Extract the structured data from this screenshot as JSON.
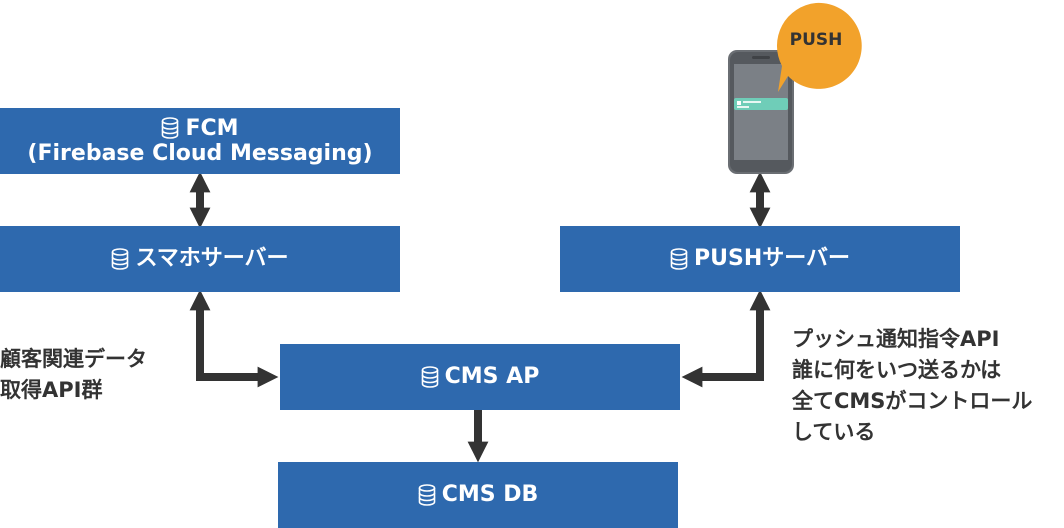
{
  "boxes": {
    "fcm": {
      "line1": "FCM",
      "line2": "(Firebase Cloud Messaging)"
    },
    "smartphone_server": "スマホサーバー",
    "push_server": "PUSHサーバー",
    "cms_ap": "CMS AP",
    "cms_db": "CMS DB"
  },
  "bubble": {
    "text": "PUSH",
    "color": "#f2a22b"
  },
  "notes": {
    "left": [
      "顧客関連データ",
      "取得API群"
    ],
    "right": [
      "プッシュ通知指令API",
      "誰に何をいつ送るかは",
      "全てCMSがコントロール",
      "している"
    ]
  },
  "colors": {
    "box": "#2e69ae",
    "arrow": "#333333",
    "notification": "#6fcdb8"
  },
  "icons": {
    "box_icon": "database-icon",
    "device": "smartphone-icon"
  }
}
